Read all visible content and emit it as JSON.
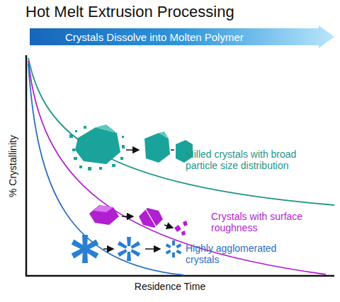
{
  "diagram": {
    "title": "Hot Melt Extrusion Processing",
    "nodes": [
      {
        "text": [
          "Crystals Dissolve into Molten Polymer"
        ]
      }
    ],
    "labels": [
      "Milled crystals with broad particle size distribution",
      "Crystals with surface roughness",
      "Highly agglomerated crystals",
      "% Crystallinity",
      "Residence Time"
    ]
  }
}
